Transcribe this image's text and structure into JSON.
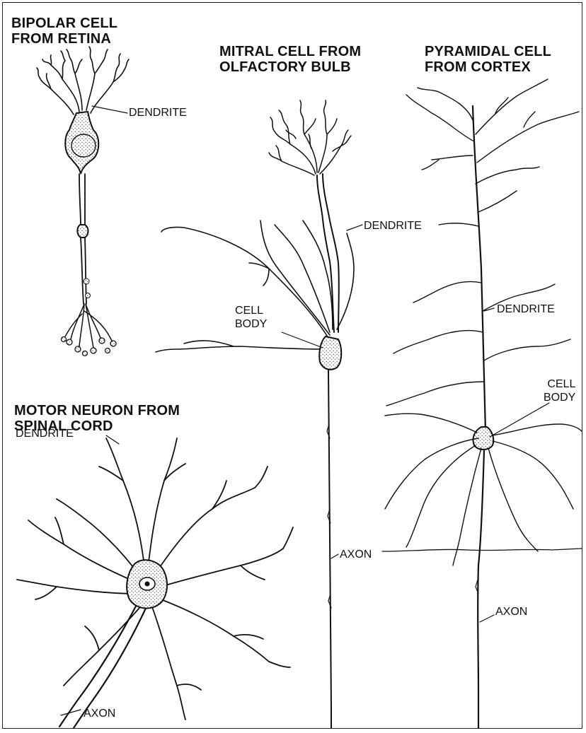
{
  "titles": {
    "bipolar": "BIPOLAR CELL\nFROM RETINA",
    "mitral": "MITRAL CELL FROM\nOLFACTORY BULB",
    "pyramidal": "PYRAMIDAL CELL\nFROM CORTEX",
    "motor": "MOTOR NEURON FROM\nSPINAL CORD"
  },
  "labels": {
    "bipolar_dendrite": "DENDRITE",
    "mitral_dendrite": "DENDRITE",
    "mitral_cell_body": "CELL\nBODY",
    "mitral_axon": "AXON",
    "pyramidal_dendrite": "DENDRITE",
    "pyramidal_cell_body": "CELL\nBODY",
    "pyramidal_axon": "AXON",
    "motor_dendrite": "DENDRITE",
    "motor_axon": "AXON"
  },
  "colors": {
    "ink": "#111111",
    "stipple": "#555555",
    "background": "#ffffff"
  }
}
